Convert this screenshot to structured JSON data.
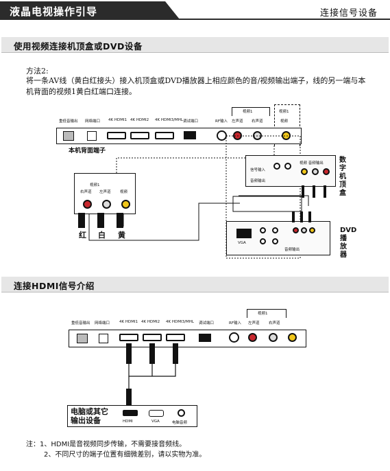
{
  "header": {
    "title": "液晶电视操作引导",
    "right_title": "连接信号设备"
  },
  "section1": {
    "title": "使用视频连接机顶盒或DVD设备",
    "method": "方法2:",
    "description": "将一条AV线（黄白红接头）接入机顶盒或DVD播放器上相应颜色的音/视频输出端子，线的另一端与本机背面的视频1黄白红端口连接。"
  },
  "panel_labels": {
    "audio_out": "重低音输出",
    "network": "网络端口",
    "hdmi1": "4K HDMI1",
    "hdmi2": "4K HDMI2",
    "hdmi3": "4K HDMI3/MHL",
    "debug": "调试端口",
    "rf": "RF输入",
    "video1": "视频1",
    "left": "左声道",
    "right": "右声道",
    "video": "视频",
    "video1_group": "视频1",
    "video_col": "视频"
  },
  "diagram1": {
    "back_panel_caption": "本机背面端子",
    "zoom_video1": "视频1",
    "zoom_right": "右声道",
    "zoom_left": "左声道",
    "zoom_video": "视频",
    "colors": [
      "红",
      "白",
      "黄"
    ],
    "stb_label": "数字机顶盒",
    "stb_signal_in": "信号输入",
    "stb_audio_out": "音频输出",
    "stb_video_audio": "视频 音频输出",
    "dvd_label": "DVD播放器",
    "dvd_audio_out": "音频输出",
    "dvd_vga": "VGA"
  },
  "section2": {
    "title": "连接HDMI信号介绍",
    "device_label_1": "电脑或其它",
    "device_label_2": "输出设备",
    "hdmi": "HDMI",
    "vga": "VGA",
    "pc_audio": "电脑音频"
  },
  "notes": {
    "note1": "注：1、HDMI是音视频同步传输，不需要接音频线。",
    "note2": "2、不同尺寸的端子位置有细微差别，请以实物为准。"
  },
  "colors": {
    "red": "#c8282e",
    "white": "#dcdcdc",
    "yellow": "#f0c61a",
    "dark": "#2b2b2b"
  }
}
